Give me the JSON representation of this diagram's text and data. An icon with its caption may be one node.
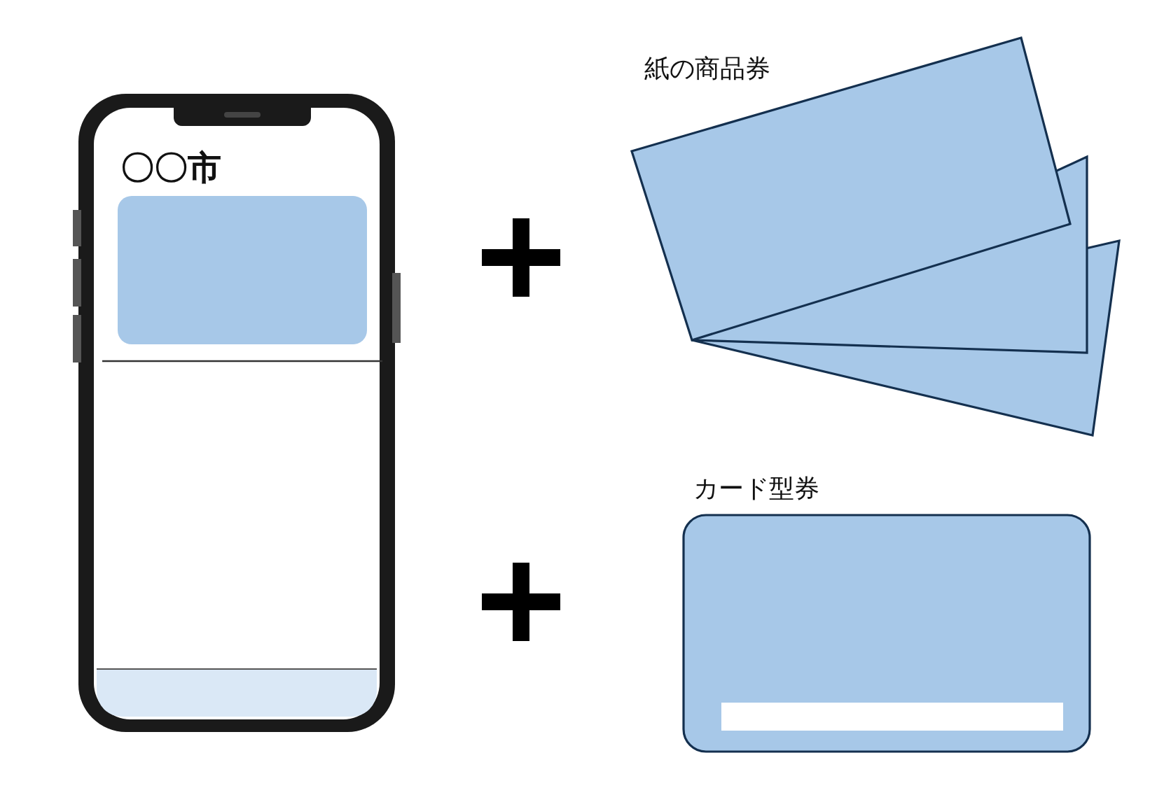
{
  "diagram": {
    "labels": [
      "〇〇市",
      "紙の商品券",
      "カード型券"
    ]
  }
}
